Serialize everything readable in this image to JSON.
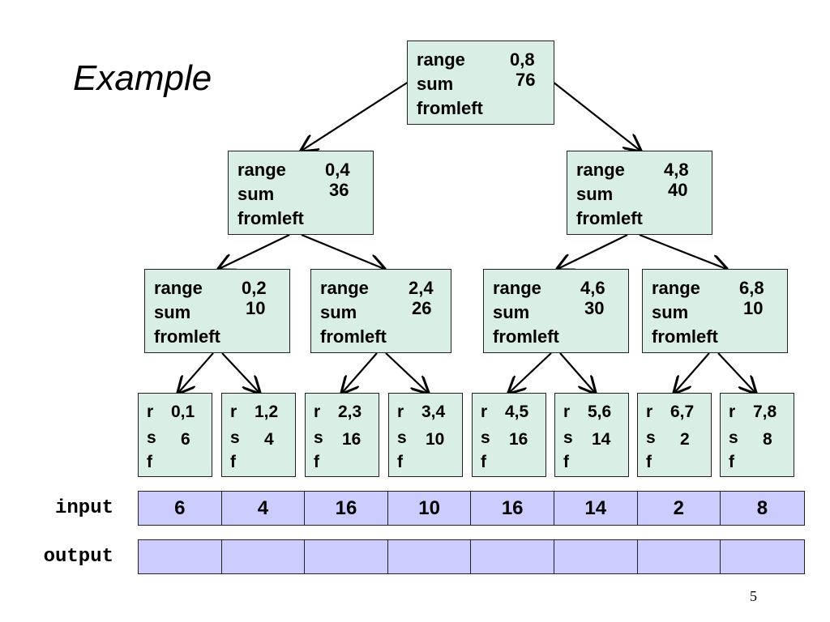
{
  "title": "Example",
  "labels": {
    "range": "range",
    "sum": "sum",
    "fromleft": "fromleft",
    "r": "r",
    "s": "s",
    "f": "f"
  },
  "tree": {
    "root": {
      "range": "0,8",
      "sum": "76"
    },
    "level1": [
      {
        "range": "0,4",
        "sum": "36"
      },
      {
        "range": "4,8",
        "sum": "40"
      }
    ],
    "level2": [
      {
        "range": "0,2",
        "sum": "10"
      },
      {
        "range": "2,4",
        "sum": "26"
      },
      {
        "range": "4,6",
        "sum": "30"
      },
      {
        "range": "6,8",
        "sum": "10"
      }
    ],
    "leaves": [
      {
        "range": "0,1",
        "sum": "6"
      },
      {
        "range": "1,2",
        "sum": "4"
      },
      {
        "range": "2,3",
        "sum": "16"
      },
      {
        "range": "3,4",
        "sum": "10"
      },
      {
        "range": "4,5",
        "sum": "16"
      },
      {
        "range": "5,6",
        "sum": "14"
      },
      {
        "range": "6,7",
        "sum": "2"
      },
      {
        "range": "7,8",
        "sum": "8"
      }
    ]
  },
  "input": {
    "label": "input",
    "values": [
      "6",
      "4",
      "16",
      "10",
      "16",
      "14",
      "2",
      "8"
    ]
  },
  "output": {
    "label": "output",
    "values": [
      "",
      "",
      "",
      "",
      "",
      "",
      "",
      ""
    ]
  },
  "page_number": "5",
  "colors": {
    "node_fill": "#d9efe6",
    "array_fill": "#ccccff",
    "stroke": "#222222"
  }
}
